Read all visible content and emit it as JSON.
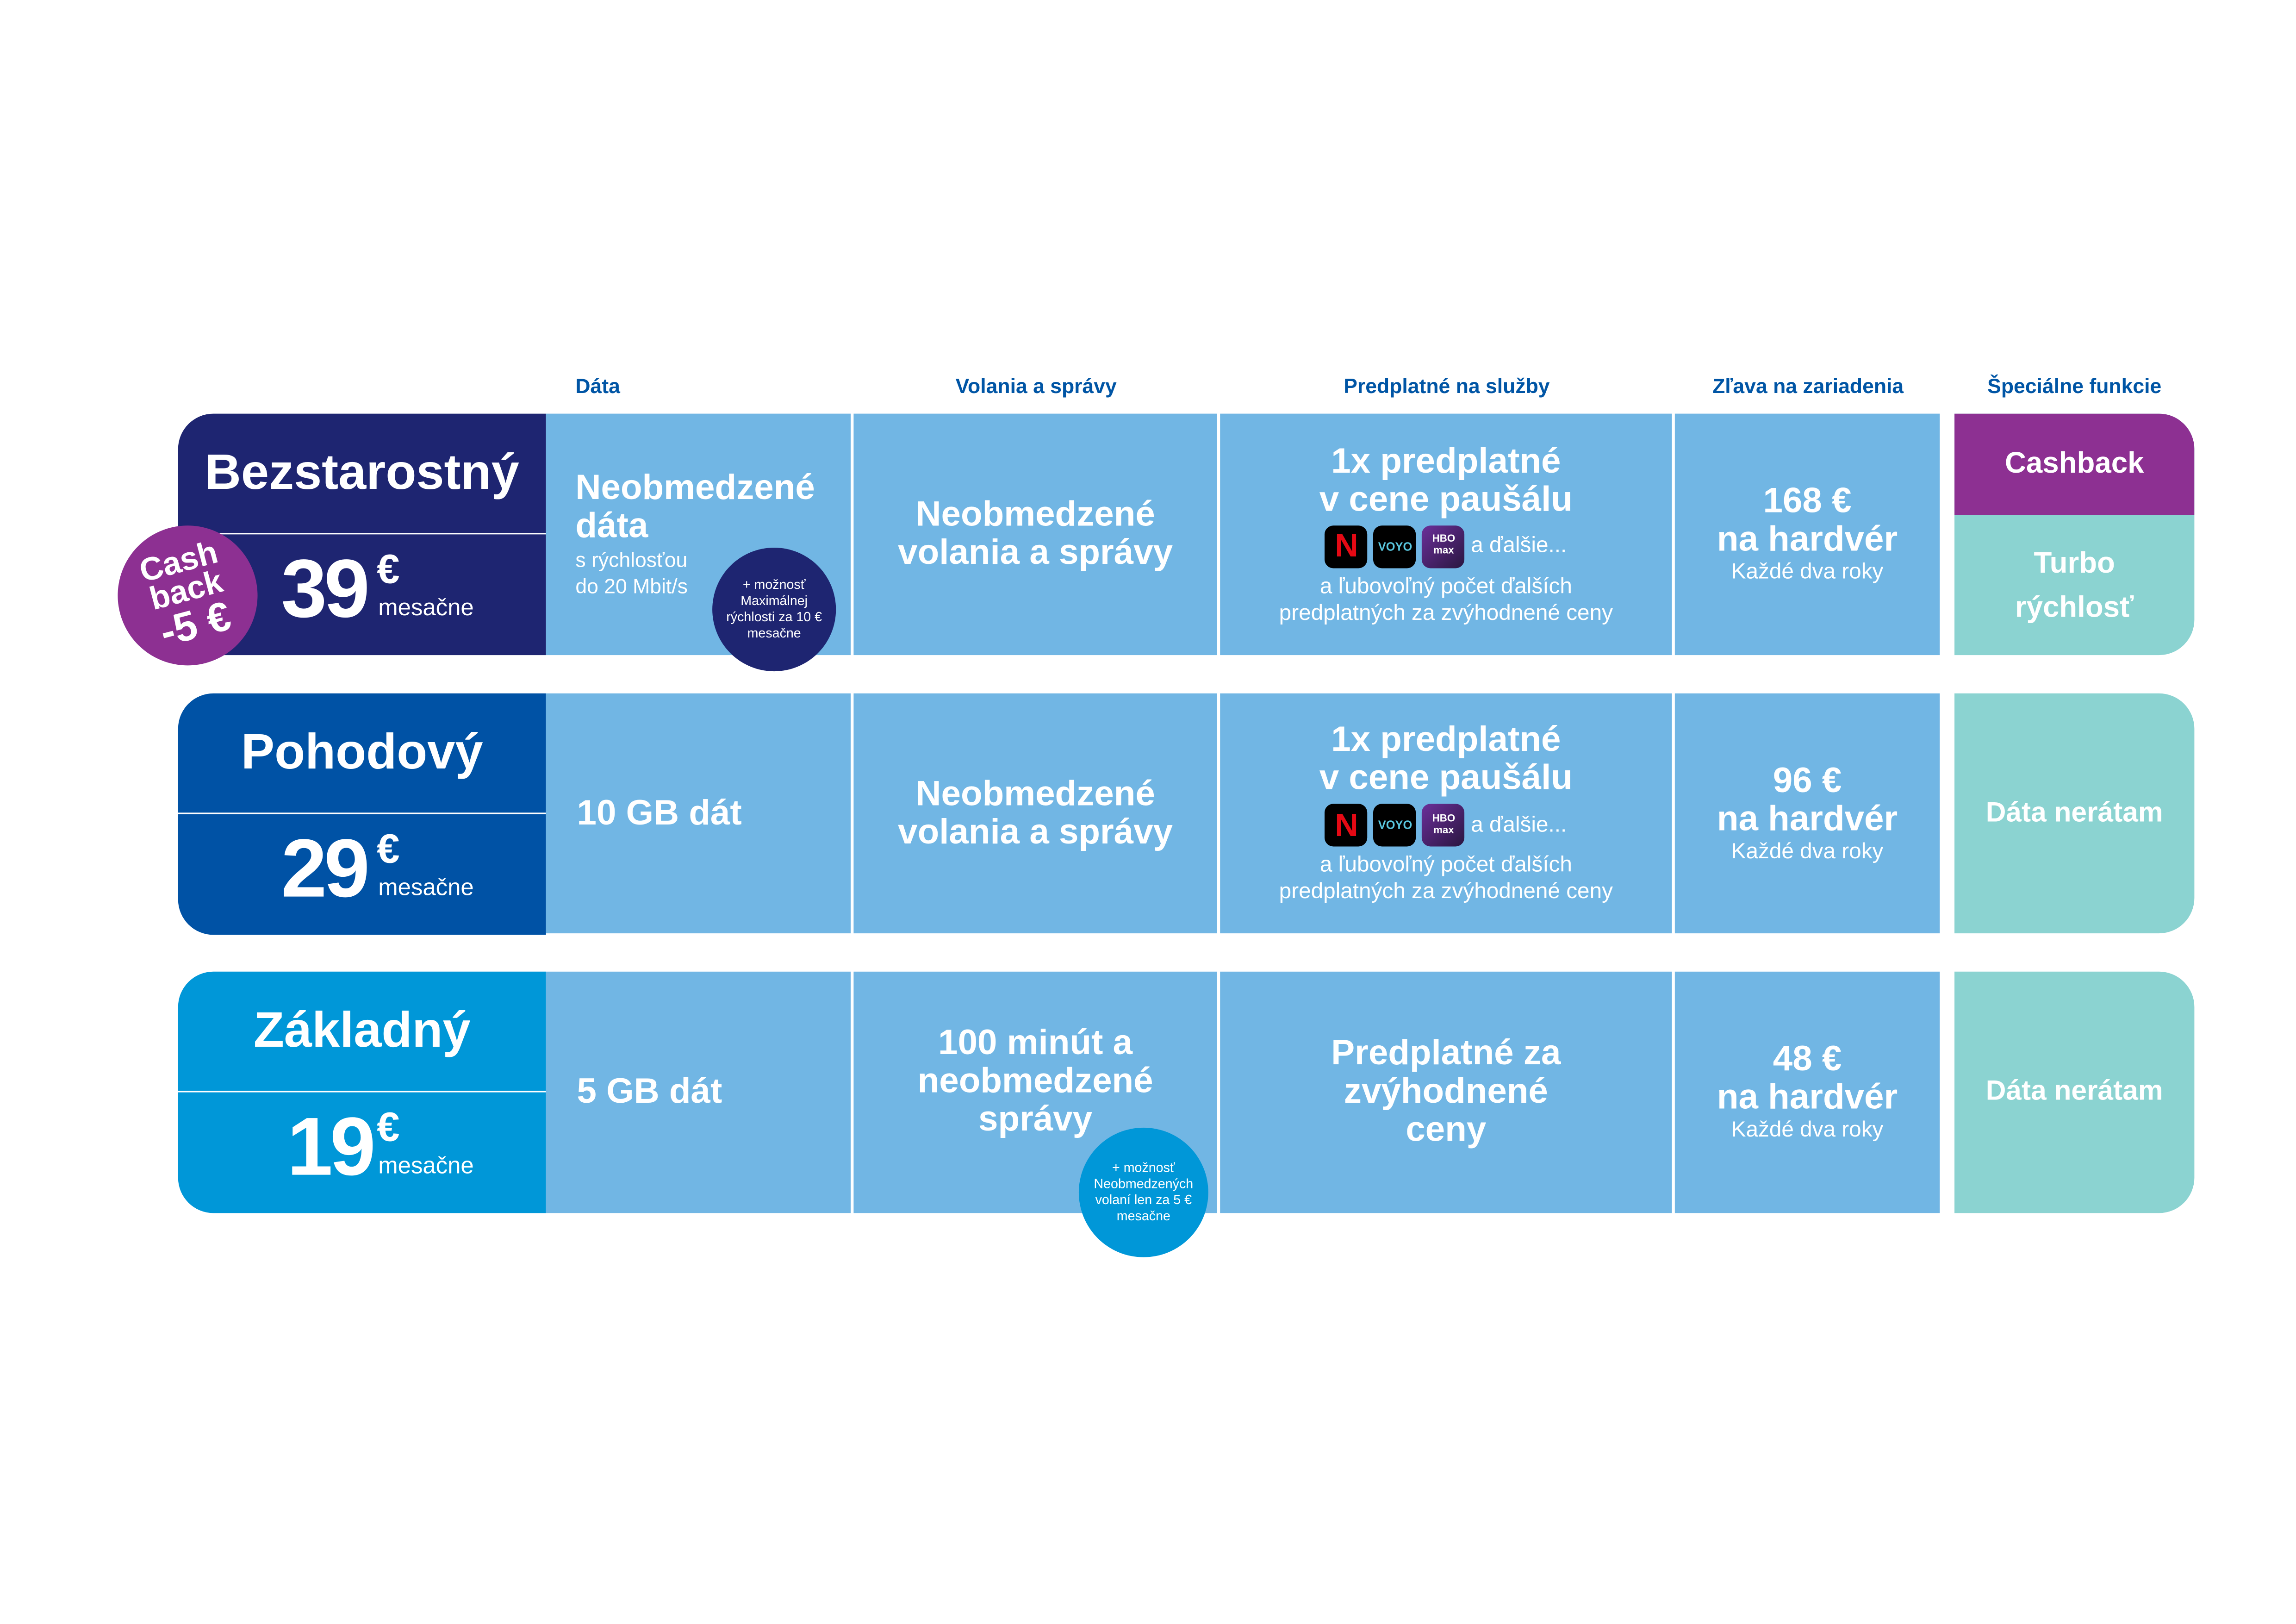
{
  "headers": {
    "data": "Dáta",
    "calls": "Volania a správy",
    "subs": "Predplatné na služby",
    "discount": "Zľava na zariadenia",
    "special": "Špeciálne funkcie"
  },
  "colors": {
    "row1": "#1e2571",
    "row2": "#0052a5",
    "row3": "#0097d8",
    "cell": "#71b6e4",
    "teal": "#8bd3d1",
    "purple": "#8d3092"
  },
  "cashback_badge": {
    "line1": "Cash",
    "line2": "back",
    "line3": "-5 €"
  },
  "plans": [
    {
      "name": "Bezstarostný",
      "price": "39",
      "currency": "€",
      "period": "mesačne",
      "data_title": "Neobmedzené dáta",
      "data_sub1": "s rýchlosťou",
      "data_sub2": "do 20 Mbit/s",
      "data_addon": "+ možnosť Maximálnej rýchlosti za 10 € mesačne",
      "calls": "Neobmedzené volania a správy",
      "subs_title1": "1x predplatné",
      "subs_title2": "v cene paušálu",
      "subs_more": "a ďalšie...",
      "subs_note1": "a ľubovoľný počet ďalších",
      "subs_note2": "predplatných za zvýhodnené ceny",
      "discount_amount": "168 €",
      "discount_label": "na hardvér",
      "discount_period": "Každé dva roky",
      "special_top": "Cashback",
      "special_bottom1": "Turbo",
      "special_bottom2": "rýchlosť"
    },
    {
      "name": "Pohodový",
      "price": "29",
      "currency": "€",
      "period": "mesačne",
      "data_title": "10 GB dát",
      "calls": "Neobmedzené volania a správy",
      "subs_title1": "1x predplatné",
      "subs_title2": "v cene paušálu",
      "subs_more": "a ďalšie...",
      "subs_note1": "a ľubovoľný počet ďalších",
      "subs_note2": "predplatných za zvýhodnené ceny",
      "discount_amount": "96 €",
      "discount_label": "na hardvér",
      "discount_period": "Každé dva roky",
      "special": "Dáta nerátam"
    },
    {
      "name": "Základný",
      "price": "19",
      "currency": "€",
      "period": "mesačne",
      "data_title": "5 GB dát",
      "calls": "100 minút a neobmedzené správy",
      "calls_addon": "+ možnosť Neobmedzených volaní len za 5 € mesačne",
      "subs": "Predplatné za zvýhodnené ceny",
      "discount_amount": "48 €",
      "discount_label": "na hardvér",
      "discount_period": "Každé dva roky",
      "special": "Dáta nerátam"
    }
  ],
  "logos": {
    "netflix": "N",
    "voyo": "VOYO",
    "hbo": "HBO max"
  }
}
